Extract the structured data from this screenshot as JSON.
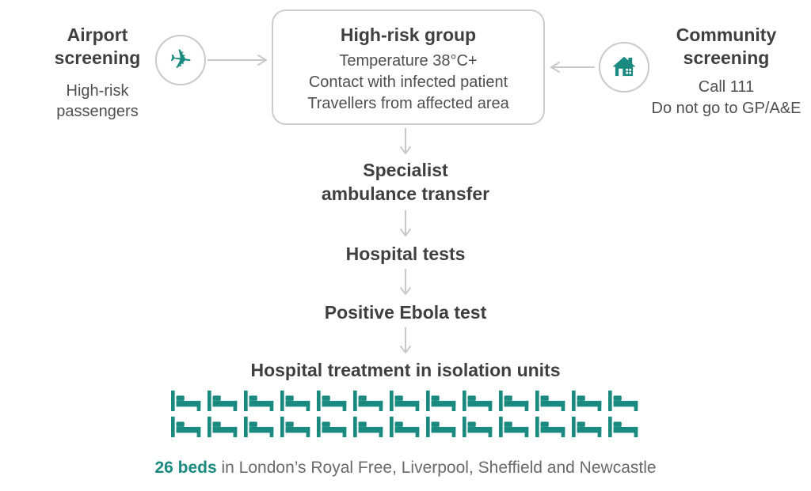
{
  "colors": {
    "teal": "#1A8A80",
    "heading_text": "#3F3F3F",
    "body_text": "#4F4F4F",
    "caption_text": "#696969",
    "arrow_line": "#C9C9C9"
  },
  "airport": {
    "title_line1": "Airport",
    "title_line2": "screening",
    "sub_line1": "High-risk",
    "sub_line2": "passengers",
    "icon": "plane-icon",
    "plane_glyph": "✈"
  },
  "high_risk_box": {
    "title": "High-risk group",
    "criteria": [
      "Temperature 38°C+",
      "Contact with infected patient",
      "Travellers from affected area"
    ]
  },
  "community": {
    "title_line1": "Community",
    "title_line2": "screening",
    "sub_line1": "Call 111",
    "sub_line2": "Do not go to GP/A&E",
    "icon": "house-icon"
  },
  "flow": {
    "step1_line1": "Specialist",
    "step1_line2": "ambulance transfer",
    "step2": "Hospital tests",
    "step3": "Positive Ebola test",
    "step4": "Hospital treatment in isolation units"
  },
  "beds": {
    "total": 26,
    "rows": 2,
    "per_row": 13,
    "icon": "bed-icon",
    "caption_strong": "26 beds",
    "caption_rest": " in London’s Royal Free, Liverpool, Sheffield and Newcastle"
  }
}
